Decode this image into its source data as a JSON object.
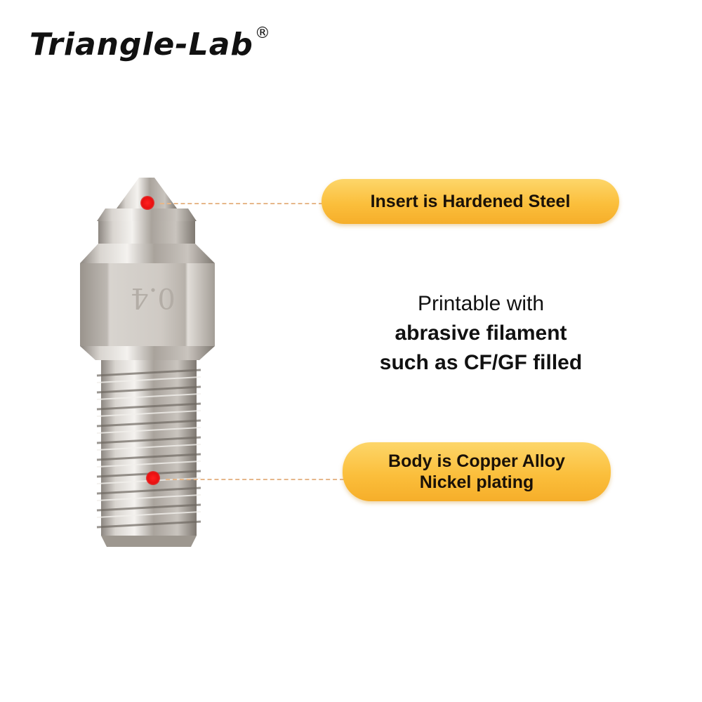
{
  "brand": {
    "name": "Triangle-Lab",
    "registered_mark": "®"
  },
  "callouts": [
    {
      "label": "Insert is Hardened Steel"
    },
    {
      "line1": "Body is Copper Alloy",
      "line2": "Nickel plating"
    }
  ],
  "description": {
    "line1": "Printable with",
    "line2": "abrasive filament",
    "line3": "such as CF/GF filled"
  },
  "product": {
    "nozzle_marking": "0.4"
  },
  "colors": {
    "pill": "#fbbf3c",
    "marker": "#e81010",
    "leader": "#e6b78a"
  }
}
